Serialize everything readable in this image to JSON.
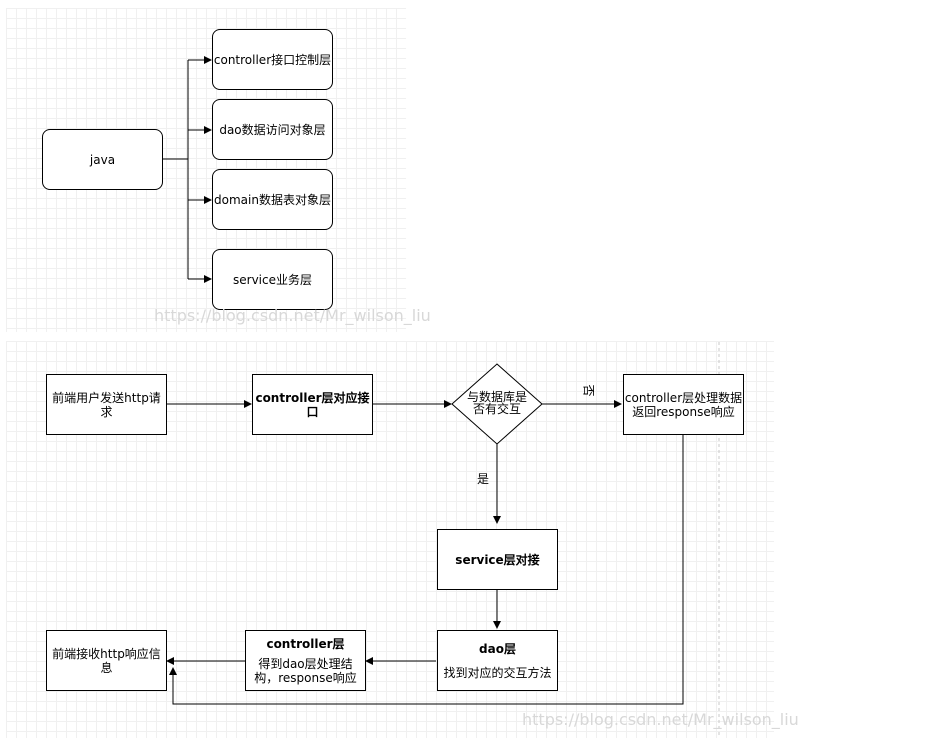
{
  "top_diagram": {
    "root": "java",
    "children": [
      "controller接口控制层",
      "dao数据访问对象层",
      "domain数据表对象层",
      "service业务层"
    ]
  },
  "flow": {
    "request": "前端用户发送http请求",
    "controller_interface": "controller层对应接口",
    "decision_line1": "与数据库是",
    "decision_line2": "否有交互",
    "label_no": "否",
    "label_yes": "是",
    "controller_response_line1": "controller层处理数据",
    "controller_response_line2": "返回response响应",
    "service": "service层对接",
    "dao_title": "dao层",
    "dao_desc": "找到对应的交互方法",
    "controller_title": "controller层",
    "controller_desc_line1": "得到dao层处理结",
    "controller_desc_line2": "构，response响应",
    "receive": "前端接收http响应信息"
  },
  "watermark": "https://blog.csdn.net/Mr_wilson_liu"
}
